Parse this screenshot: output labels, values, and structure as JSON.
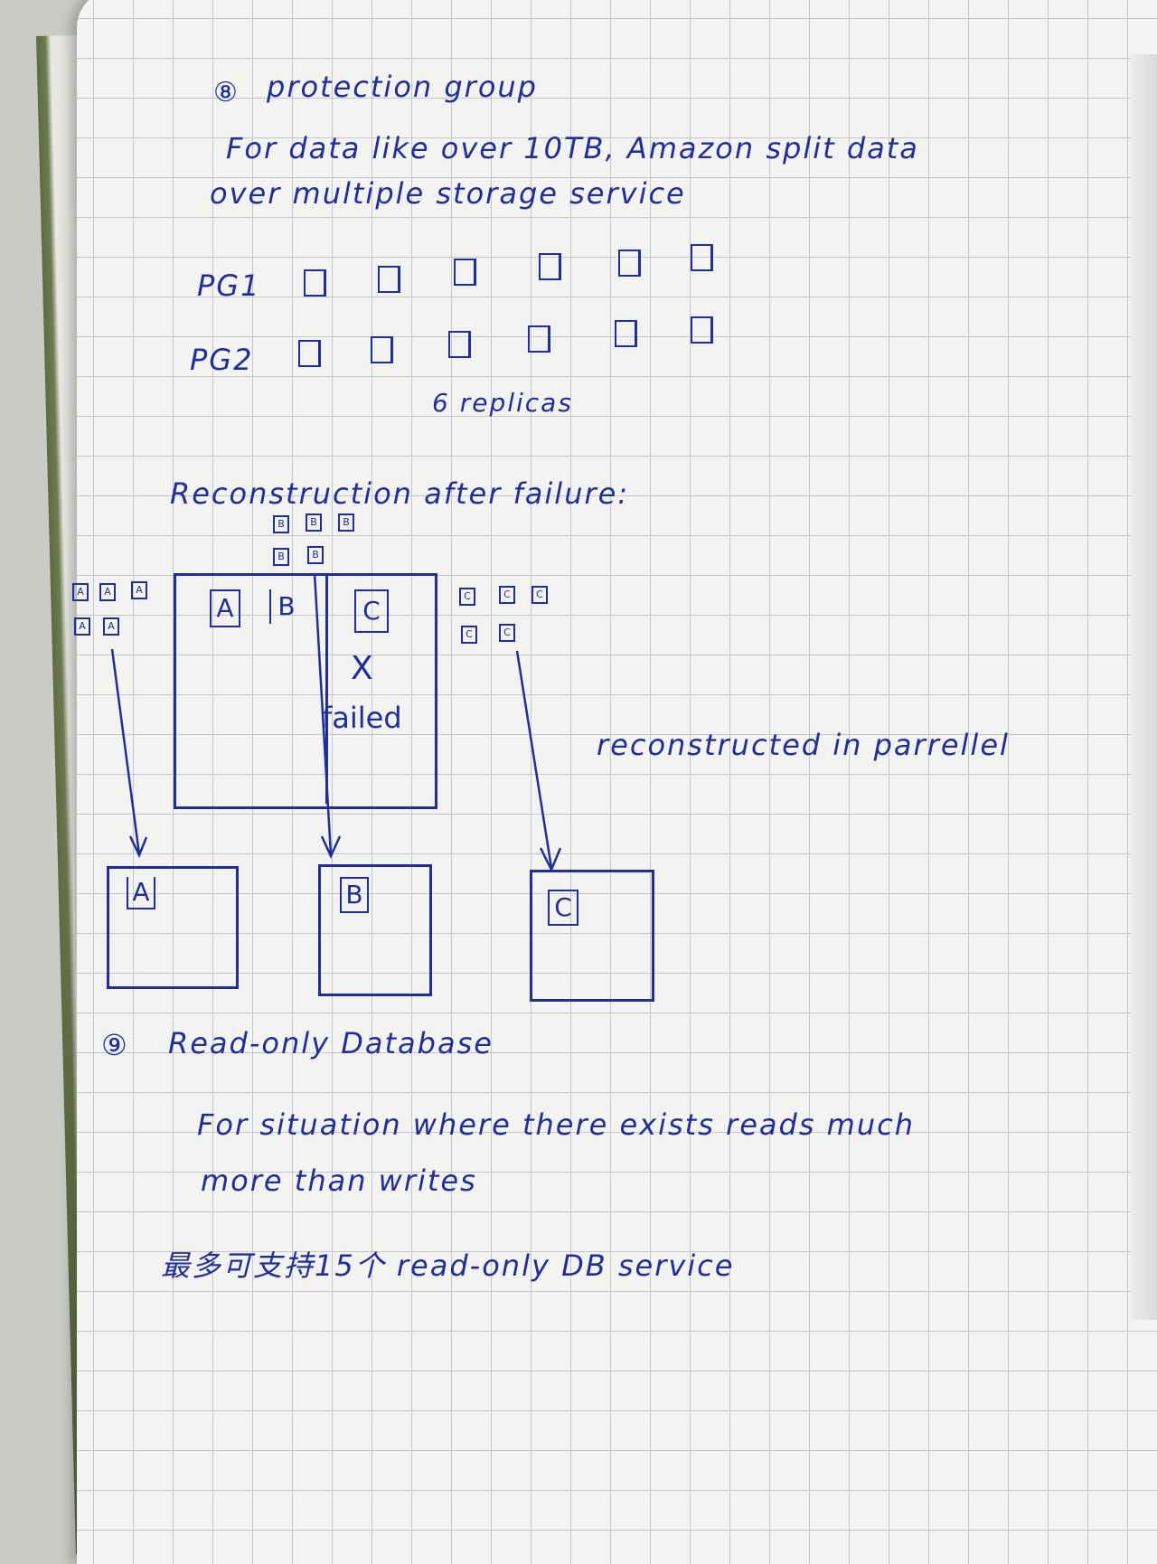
{
  "section8": {
    "number": "⑧",
    "title": "protection group",
    "line1": "For data like over 10TB, Amazon split data",
    "line2": "over multiple storage service",
    "pg1_label": "PG1",
    "pg2_label": "PG2",
    "replicas_caption": "6 replicas"
  },
  "reconstruction": {
    "heading": "Reconstruction after failure:",
    "block_a": "A",
    "block_b": "B",
    "block_c": "C",
    "fail_mark": "X",
    "fail_label": "failed",
    "note": "reconstructed in parrellel",
    "target_a": "A",
    "target_b": "B",
    "target_c": "C"
  },
  "section9": {
    "number": "⑨",
    "title": "Read-only Database",
    "line1": "For situation where there exists reads much",
    "line2": "more than writes",
    "line3": "最多可支持15个 read-only DB service"
  },
  "colors": {
    "ink": "#1f2e9c",
    "paper": "#f3f3f1",
    "grid": "#c3c7cc"
  }
}
